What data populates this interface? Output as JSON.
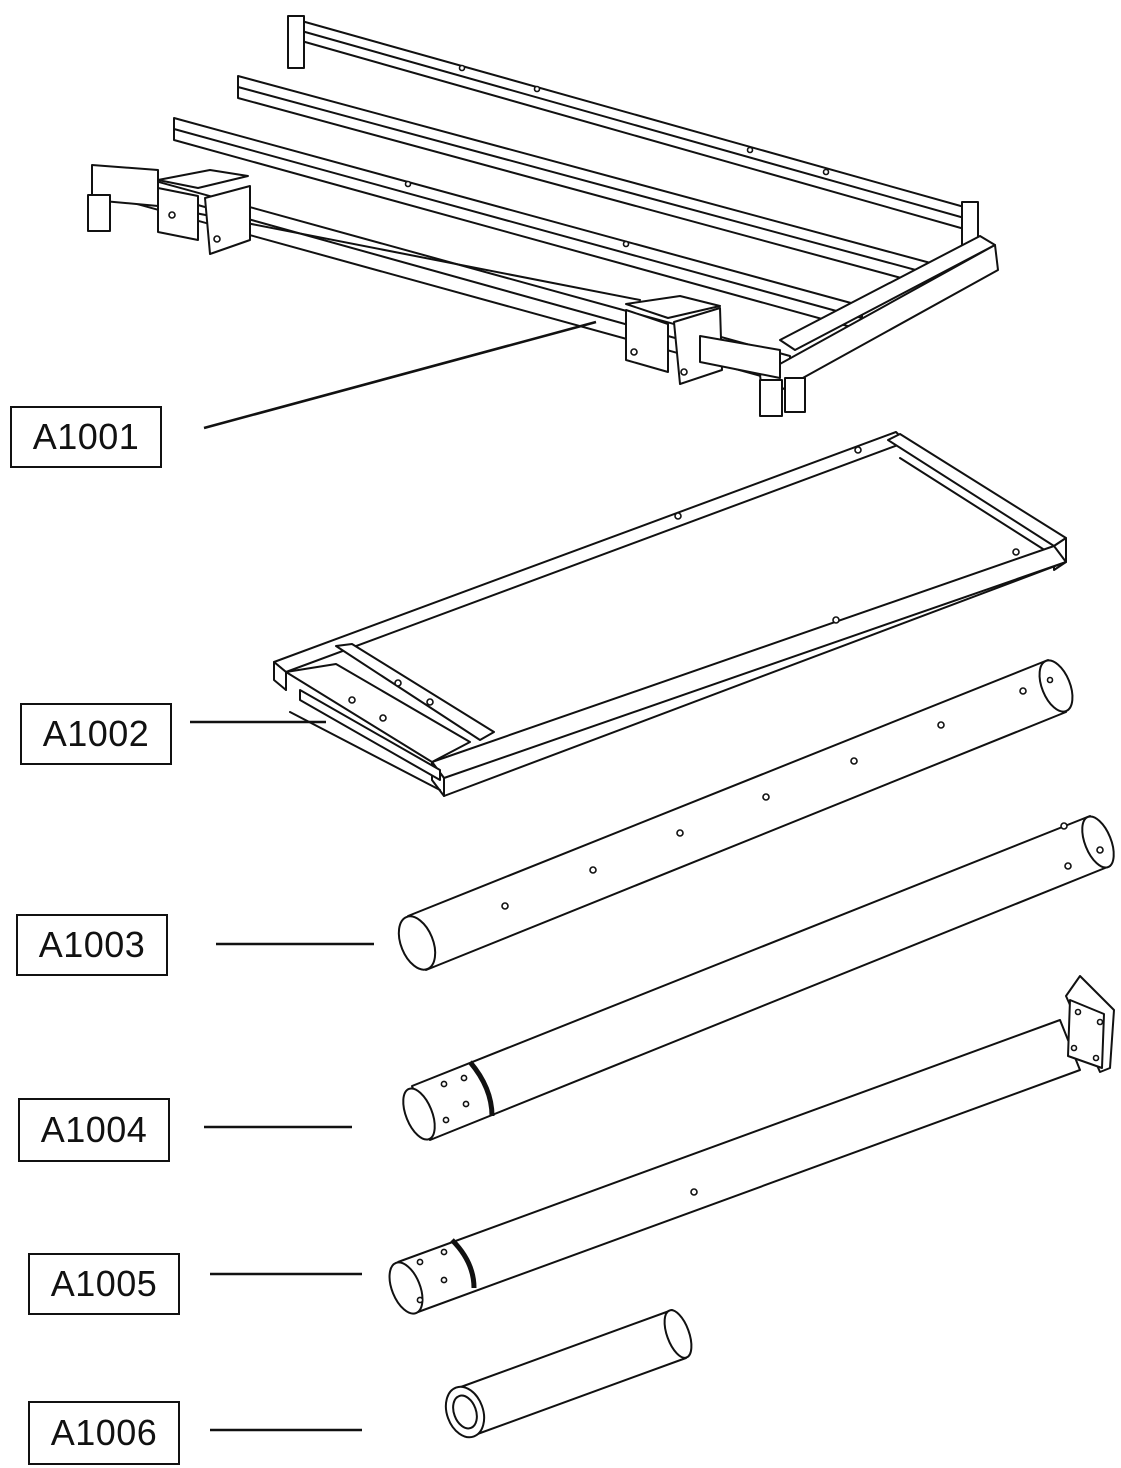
{
  "parts": [
    {
      "id": "part-a1001",
      "label": "A1001"
    },
    {
      "id": "part-a1002",
      "label": "A1002"
    },
    {
      "id": "part-a1003",
      "label": "A1003"
    },
    {
      "id": "part-a1004",
      "label": "A1004"
    },
    {
      "id": "part-a1005",
      "label": "A1005"
    },
    {
      "id": "part-a1006",
      "label": "A1006"
    }
  ],
  "colors": {
    "line": "#111111",
    "background": "#ffffff"
  }
}
